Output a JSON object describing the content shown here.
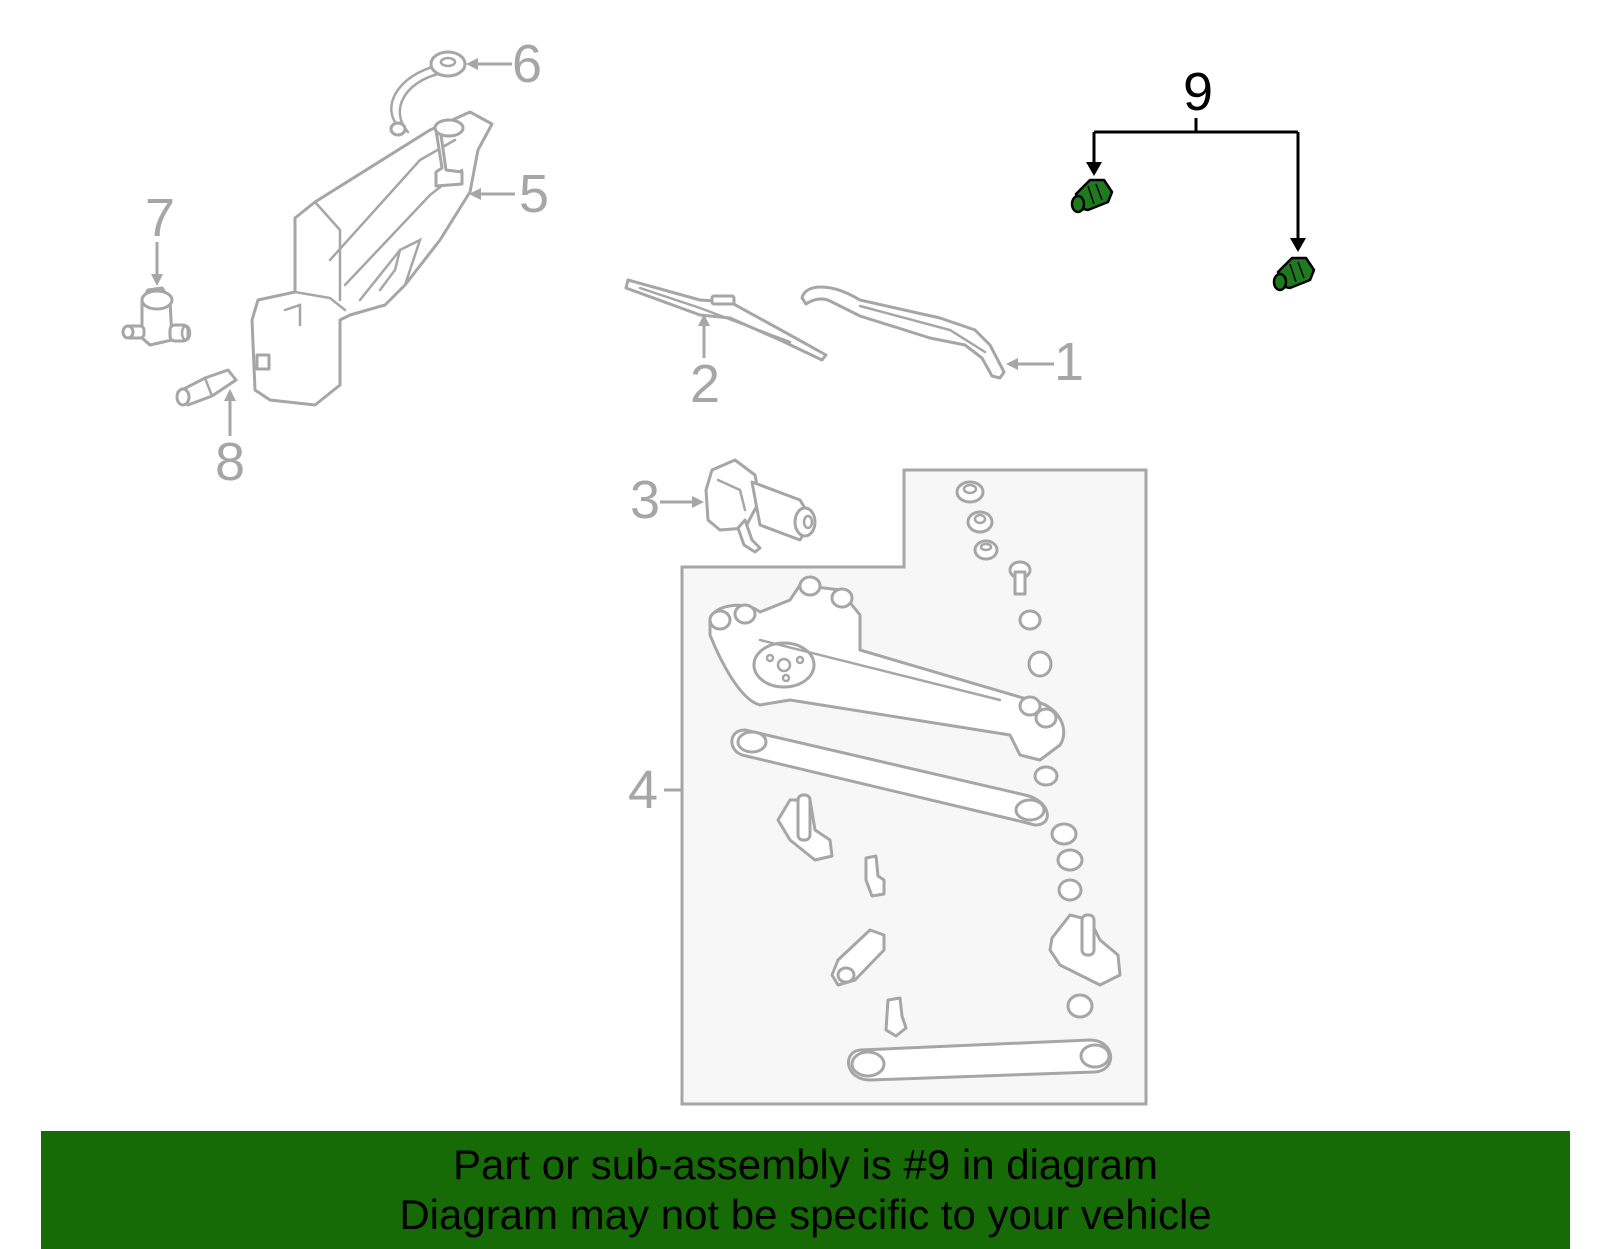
{
  "diagram": {
    "callouts": {
      "c1": "1",
      "c2": "2",
      "c3": "3",
      "c4": "4",
      "c5": "5",
      "c6": "6",
      "c7": "7",
      "c8": "8",
      "c9": "9"
    },
    "highlighted_callout": "9"
  },
  "banner": {
    "line1": "Part or sub-assembly is #9 in diagram",
    "line2": "Diagram may not be specific to your vehicle"
  },
  "colors": {
    "banner_bg": "#166b06",
    "part_line": "#a6a6a6",
    "highlight_part": "#1e7a1e",
    "highlight_leader": "#000000"
  }
}
